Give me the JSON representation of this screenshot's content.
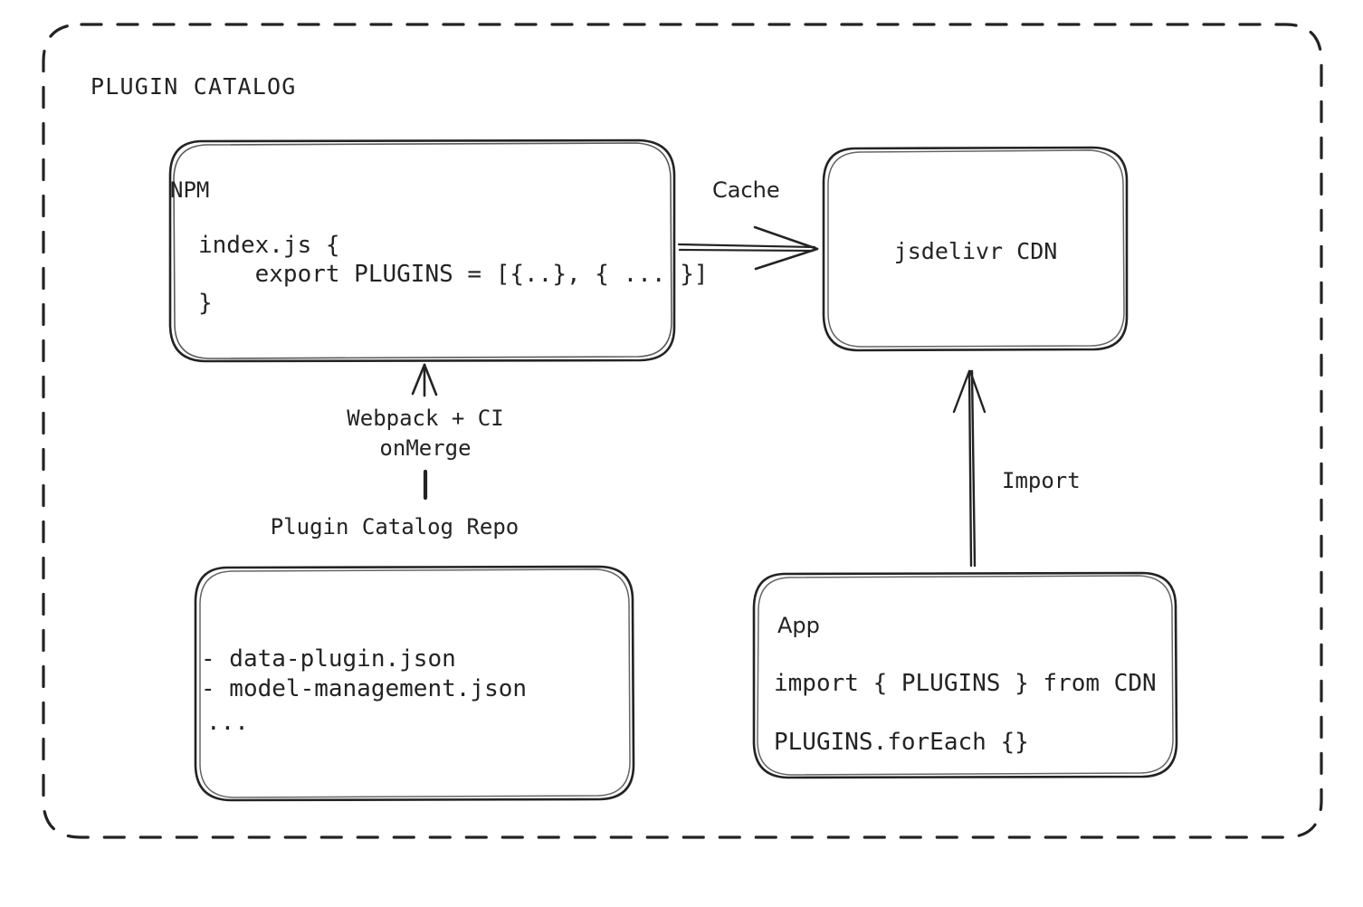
{
  "diagram": {
    "outer_container_label": "PLUGIN CATALOG",
    "background_color": "#ffffff",
    "stroke_color": "#232323",
    "nodes": {
      "npm": {
        "title": "NPM",
        "code_line_1": "index.js {",
        "code_line_2": "    export PLUGINS = [{..}, { ... }]",
        "code_line_3": "}"
      },
      "cdn": {
        "title": "jsdelivr CDN"
      },
      "repo": {
        "caption": "Plugin Catalog Repo",
        "item_1": "- data-plugin.json",
        "item_2": "- model-management.json",
        "item_3": "..."
      },
      "app": {
        "title": "App",
        "code_line_1": "import { PLUGINS } from CDN",
        "code_line_2": "PLUGINS.forEach {}"
      }
    },
    "edges": {
      "npm_to_cdn": {
        "label": "Cache"
      },
      "repo_to_npm": {
        "label_line_1": "Webpack + CI",
        "label_line_2": "onMerge"
      },
      "app_to_cdn": {
        "label": "Import"
      }
    }
  }
}
